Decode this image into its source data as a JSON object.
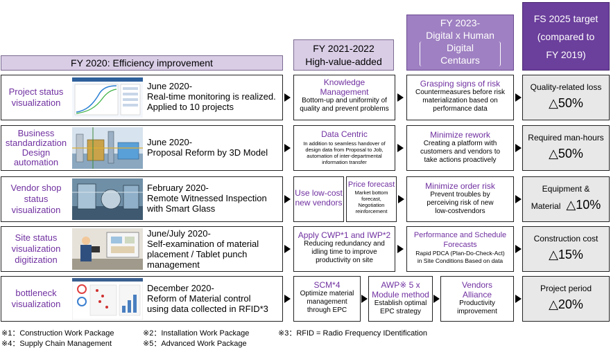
{
  "headers": {
    "fy2020": "FY 2020: Efficiency improvement",
    "fy2021": [
      "FY 2021-2022",
      "High-value-added"
    ],
    "fy2023": [
      "FY 2023-",
      "Digital x Human",
      "Digital",
      "Centaurs"
    ],
    "fs2025": [
      "FS 2025 target",
      "(compared to",
      "FY 2019)"
    ]
  },
  "rows": [
    {
      "label": [
        "Project status",
        "visualization"
      ],
      "fy2020": [
        "June 2020-",
        "Real-time monitoring is realized.",
        "Applied to 10 projects"
      ],
      "c2": {
        "title": [
          "Knowledge",
          "Management"
        ],
        "text": [
          "Bottom-up and uniformity of",
          "quality and prevent problems"
        ]
      },
      "c3": {
        "title": [
          "Grasping signs of risk"
        ],
        "text": [
          "Countermeasures before risk",
          "materialization based on",
          "performance data"
        ]
      },
      "target": {
        "label": "Quality-related  loss",
        "value": "△50%"
      }
    },
    {
      "label": [
        "Business",
        "standardization",
        "Design",
        "automation"
      ],
      "fy2020": [
        "June 2020-",
        "Proposal Reform by 3D Model"
      ],
      "c2": {
        "title": [
          "Data Centric"
        ],
        "small": [
          "In addition to seamless handover of",
          "design data from Proposal to Job,",
          "automation of inter-departmental",
          "information transfer"
        ]
      },
      "c3": {
        "title": [
          "Minimize rework"
        ],
        "text": [
          "Creating a platform with",
          "customers and vendors to",
          "take actions proactively"
        ]
      },
      "target": {
        "label": "Required man-hours",
        "value": "△50%"
      }
    },
    {
      "label": [
        "Vendor shop",
        "status",
        "visualization"
      ],
      "fy2020": [
        "February 2020-",
        "Remote Witnessed Inspection",
        "with Smart Glass"
      ],
      "c2a": {
        "title": [
          "Use low-cost",
          "new vendors"
        ]
      },
      "c2b": {
        "title": [
          "Price forecast"
        ],
        "small": [
          "Market bottom",
          "forecast,",
          "Negotiation",
          "reinforcement"
        ]
      },
      "c3": {
        "title": [
          "Minimize  order risk"
        ],
        "text": [
          "Prevent troubles by",
          "perceiving risk of new",
          "low-costvendors"
        ]
      },
      "target": {
        "label1": "Equipment &",
        "label2": "Material",
        "value": "△10%"
      }
    },
    {
      "label": [
        "Site status",
        "visualization",
        "digitization"
      ],
      "fy2020": [
        "June/July  2020-",
        "Self-examination  of material",
        "placement / Tablet punch",
        "management"
      ],
      "c2": {
        "title": [
          "Apply CWP*1 and IWP*2"
        ],
        "text": [
          "Reducing redundancy and",
          "idling time to improve",
          "productivity on site"
        ]
      },
      "c3": {
        "title": [
          "Performance and Schedule",
          "Forecasts"
        ],
        "text": [
          "Rapid  PDCA  (Plan-Do-Check-Act)",
          "in Site Conditions  Based on data"
        ]
      },
      "target": {
        "label": "Construction  cost",
        "value": "△15%"
      }
    },
    {
      "label": [
        "bottleneck",
        "visualization"
      ],
      "fy2020": [
        "December 2020-",
        "Reform of Material control",
        "using data collected in RFID*3"
      ],
      "c2a": {
        "title": [
          "SCM*4"
        ],
        "text": [
          "Optimize material",
          "management",
          "through EPC"
        ]
      },
      "c2b": {
        "title": [
          "AWP※ 5 x",
          "Module method"
        ],
        "text": [
          "Establish optimal",
          "EPC strategy"
        ]
      },
      "c3": {
        "title": [
          "Vendors",
          "Alliance"
        ],
        "text": [
          "Productivity",
          "improvement"
        ]
      },
      "target": {
        "label": "Project period",
        "value": "△20%"
      }
    }
  ],
  "footnotes": [
    [
      "※1：Construction Work Package",
      "※2：Installation Work Package",
      "※3：RFID = Radio  Frequency IDentification"
    ],
    [
      "※4：Supply Chain Management",
      "※5：Advanced Work Package"
    ]
  ],
  "colors": {
    "purple_text": "#7030a0",
    "header_light": "#d9cde6",
    "header_mid": "#9f80c2",
    "header_dark": "#6b3f9c",
    "target_bg": "#e8e8e8"
  }
}
